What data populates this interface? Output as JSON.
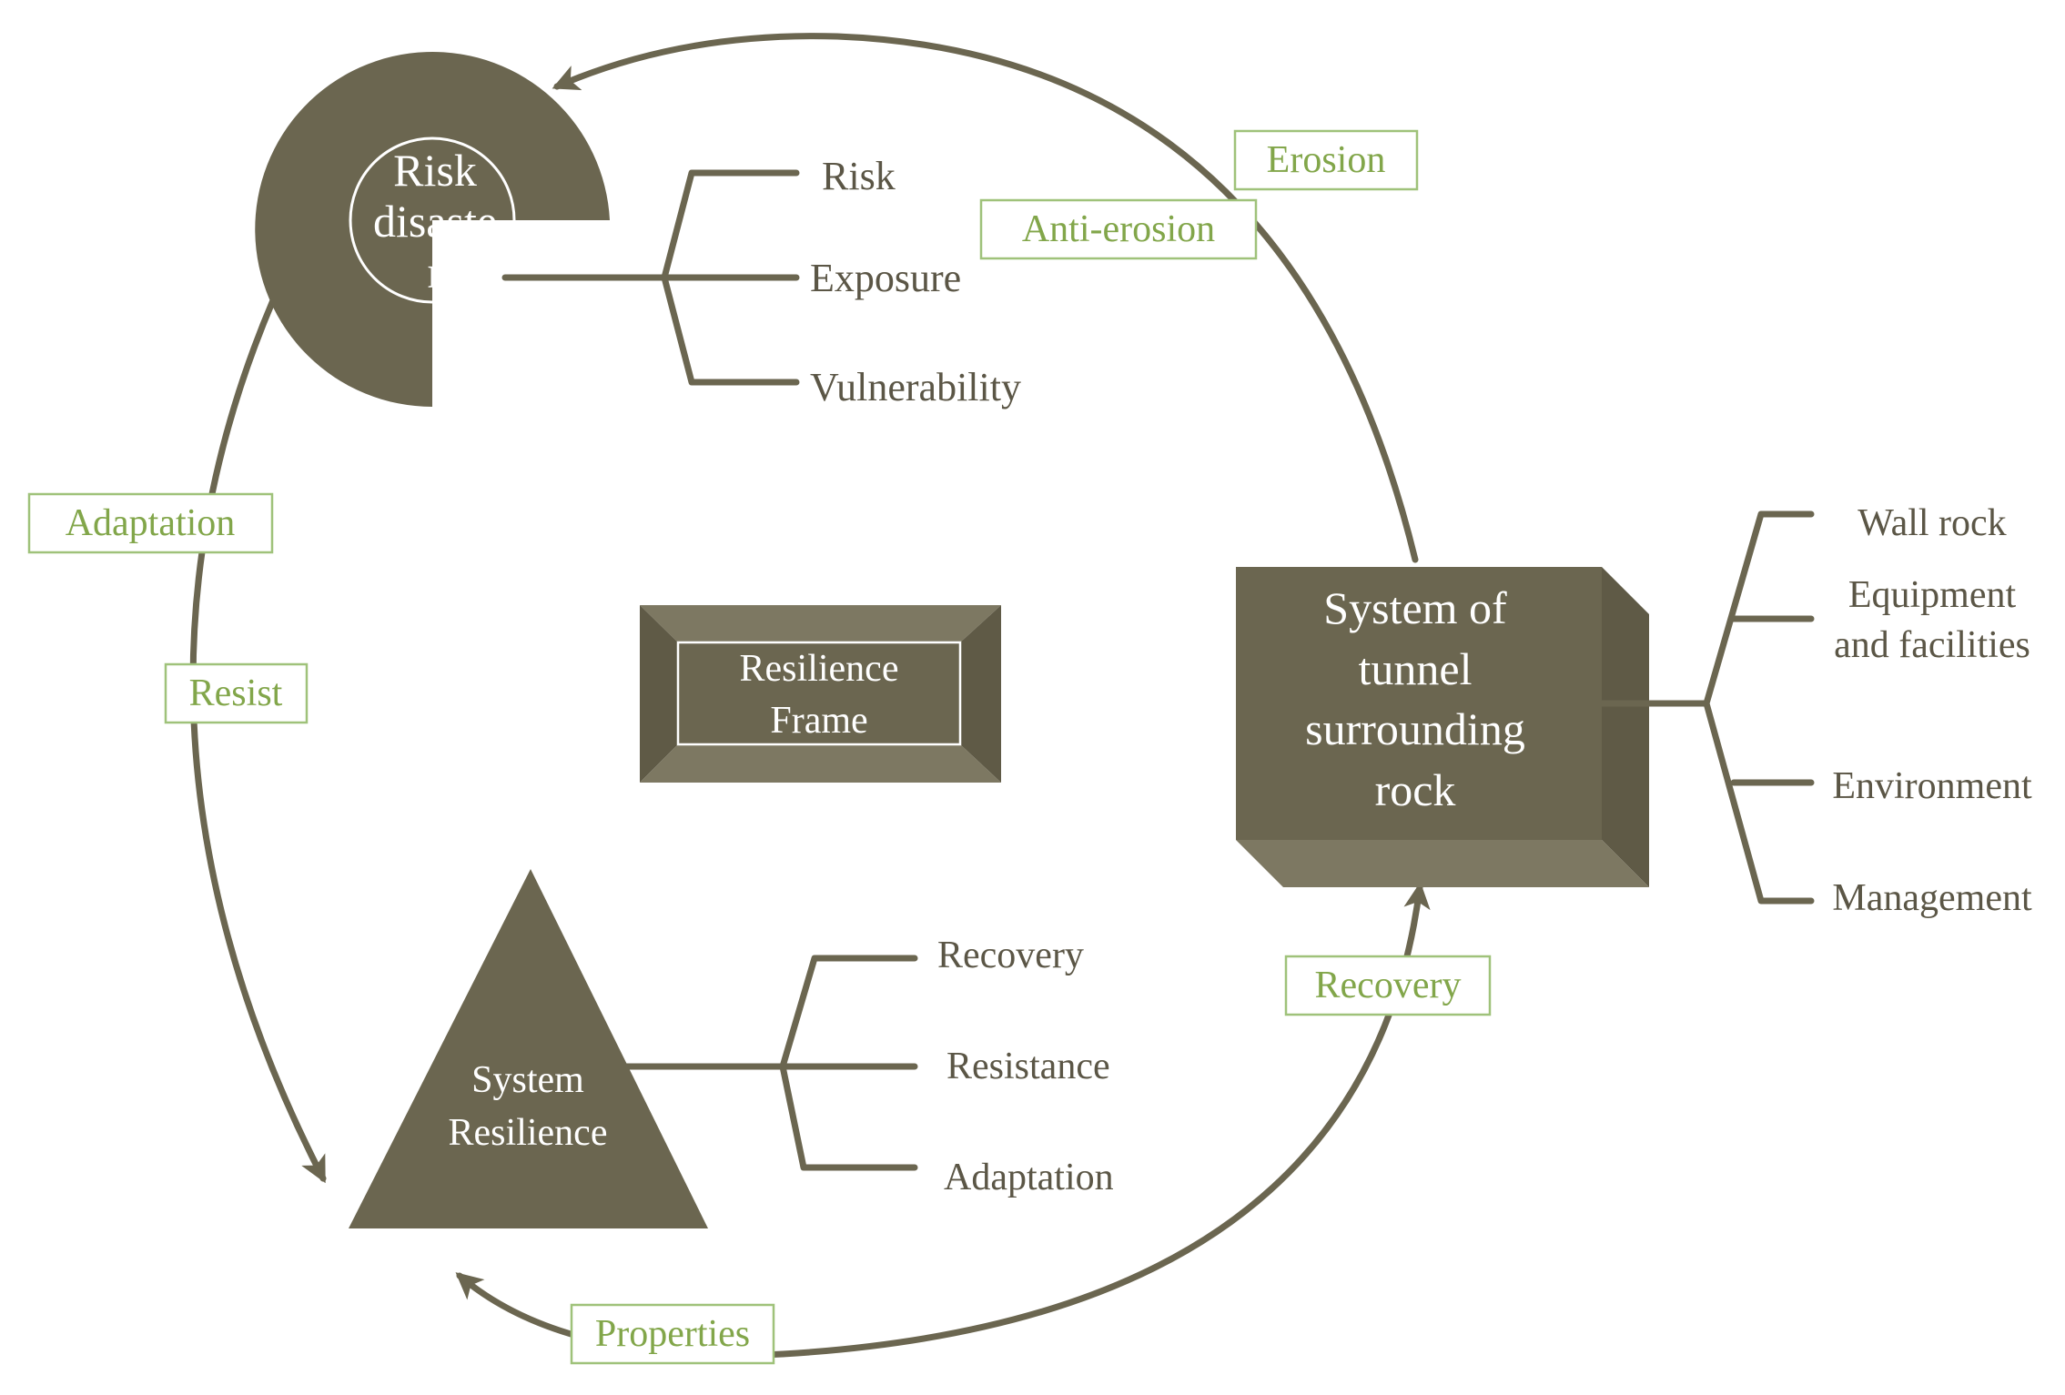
{
  "colors": {
    "shape_fill": "#6b6650",
    "shape_dark": "#5f5a46",
    "shape_light": "#7d7862",
    "label_text": "#5b5646",
    "tag_text": "#82a64a",
    "tag_border": "#9fc27a"
  },
  "risk_disaster": {
    "lines": [
      "Risk",
      "disaste",
      "r"
    ],
    "branches": [
      "Risk",
      "Exposure",
      "Vulnerability"
    ]
  },
  "tunnel_system": {
    "lines": [
      "System of",
      "tunnel",
      "surrounding",
      "rock"
    ],
    "branches": [
      [
        "Wall rock"
      ],
      [
        "Equipment",
        "and facilities"
      ],
      [
        "Environment"
      ],
      [
        "Management"
      ]
    ]
  },
  "resilience_frame": {
    "lines": [
      "Resilience",
      "Frame"
    ]
  },
  "system_resilience": {
    "lines": [
      "System",
      "Resilience"
    ],
    "branches": [
      "Recovery",
      "Resistance",
      "Adaptation"
    ]
  },
  "flow_tags": {
    "erosion": "Erosion",
    "anti_erosion": "Anti-erosion",
    "adaptation": "Adaptation",
    "resist": "Resist",
    "recovery": "Recovery",
    "properties": "Properties"
  }
}
